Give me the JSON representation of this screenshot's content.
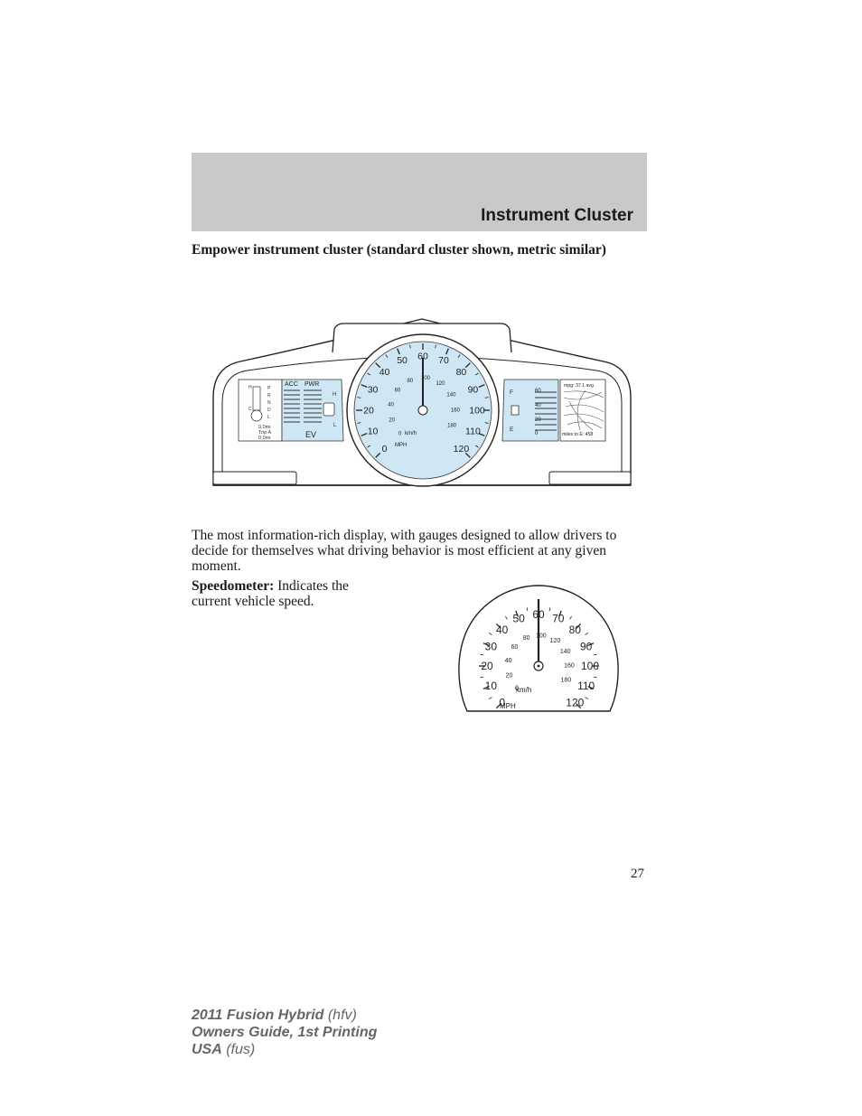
{
  "header": {
    "section_title": "Instrument Cluster"
  },
  "subheading": "Empower instrument cluster (standard cluster shown, metric similar)",
  "cluster_figure": {
    "temp_gauge": {
      "high": "H",
      "cold": "C"
    },
    "gear_letters": [
      "P",
      "R",
      "N",
      "D",
      "L"
    ],
    "odometer": [
      "0.0mi",
      "Trip A",
      "0.0mi"
    ],
    "acc_label": "ACC",
    "pwr_label": "PWR",
    "ev_label": "EV",
    "battery_gauge": {
      "high": "H",
      "low": "L"
    },
    "mph_ticks": [
      "0",
      "10",
      "20",
      "30",
      "40",
      "50",
      "60",
      "70",
      "80",
      "90",
      "100",
      "110",
      "120"
    ],
    "kmh_ticks": [
      "0",
      "20",
      "40",
      "60",
      "80",
      "100",
      "120",
      "140",
      "160",
      "180"
    ],
    "kmh_label": "km/h",
    "mph_label": "MPH",
    "fuel_gauge": {
      "full": "F",
      "empty": "E"
    },
    "mpg_scale": [
      "60",
      "40",
      "20",
      "0"
    ],
    "mpg_readout": "mpg: 37.1 avg",
    "miles_to_empty": "miles to E: 458"
  },
  "intro_text": "The most information-rich display, with gauges designed to allow drivers to decide for themselves what driving behavior is most efficient at any given moment.",
  "speedometer_entry": {
    "term": "Speedometer:",
    "description": " Indicates the current vehicle speed."
  },
  "speedometer_figure": {
    "mph_ticks": [
      "0",
      "10",
      "20",
      "30",
      "40",
      "50",
      "60",
      "70",
      "80",
      "90",
      "100",
      "110",
      "120"
    ],
    "kmh_ticks": [
      "0",
      "20",
      "40",
      "60",
      "80",
      "100",
      "120",
      "140",
      "160",
      "180"
    ],
    "kmh_label": "km/h",
    "mph_label": "MPH"
  },
  "page_number": "27",
  "footer": {
    "model_bold": "2011 Fusion Hybrid",
    "model_code": " (hfv)",
    "edition": "Owners Guide, 1st Printing",
    "market_bold": "USA",
    "market_code": " (fus)"
  }
}
